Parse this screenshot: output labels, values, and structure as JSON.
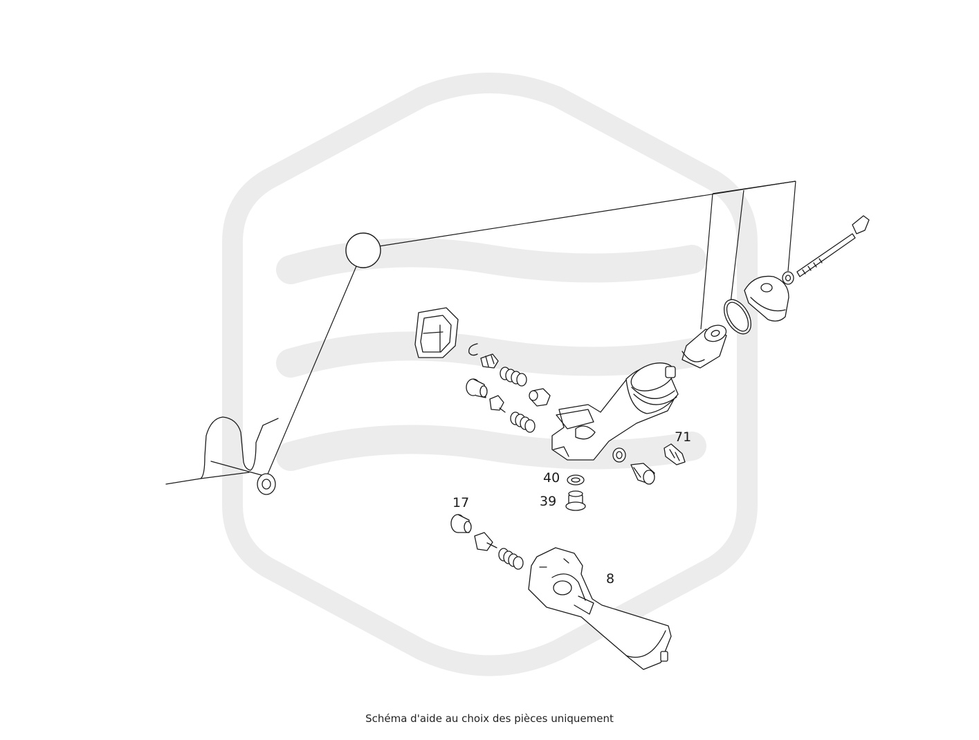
{
  "watermark": {
    "icon": "hexagon-logo-watermark",
    "color": "#ececec"
  },
  "callouts": [
    {
      "id": "71",
      "label": "71"
    },
    {
      "id": "40",
      "label": "40"
    },
    {
      "id": "39",
      "label": "39"
    },
    {
      "id": "17",
      "label": "17"
    },
    {
      "id": "8",
      "label": "8"
    }
  ],
  "footer": {
    "note": "Schéma d'aide au choix des pièces uniquement"
  }
}
